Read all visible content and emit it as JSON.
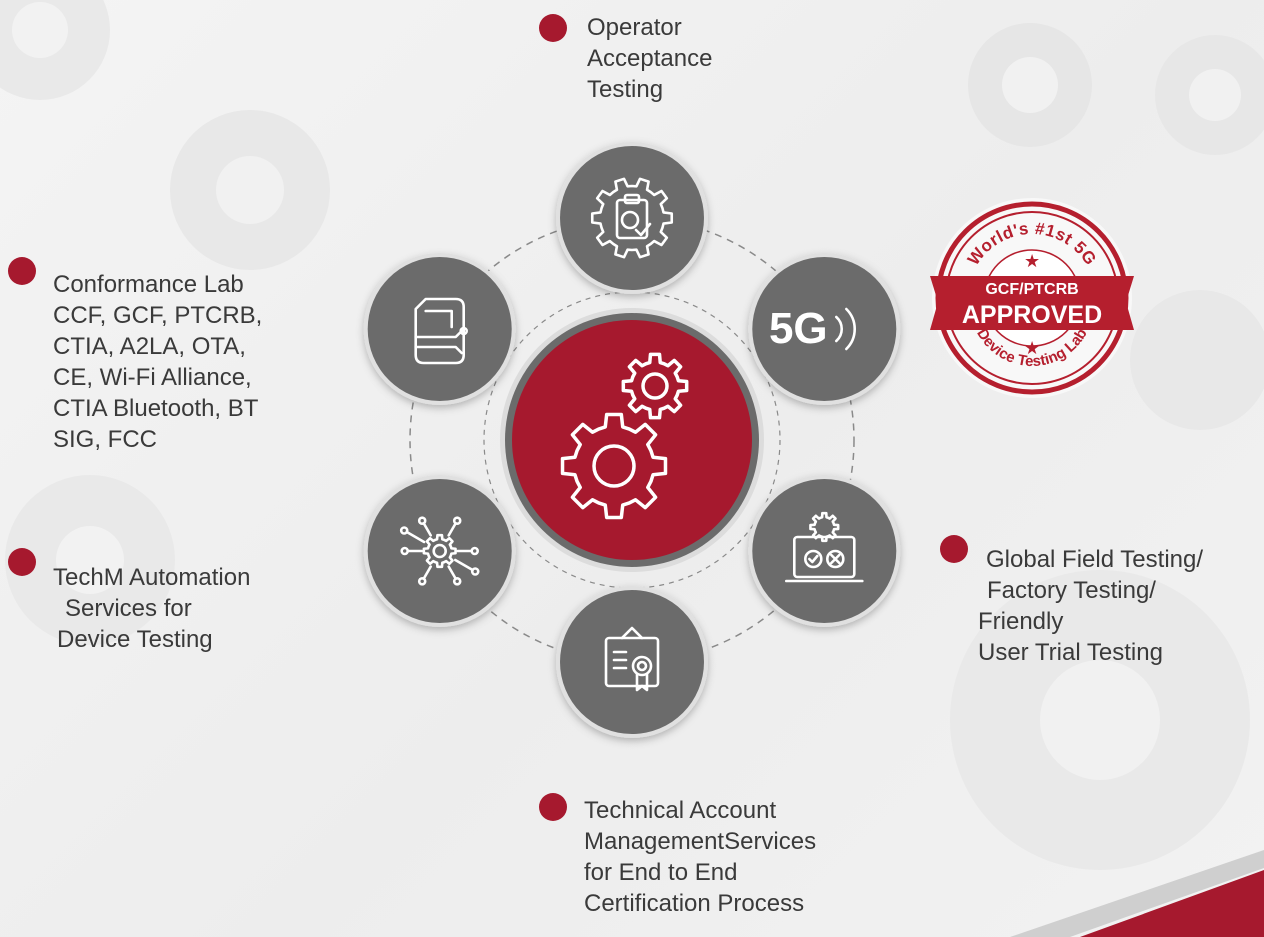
{
  "colors": {
    "accent": "#a6192e",
    "node_grey": "#6b6b6b",
    "ring_grey": "#e2e2e2",
    "text": "#3a3a3a"
  },
  "hub": {
    "icon": "gears-icon"
  },
  "nodes": [
    {
      "icon": "clipboard-gear-icon"
    },
    {
      "icon": "5g-icon",
      "text": "5G"
    },
    {
      "icon": "laptop-gear-check-icon"
    },
    {
      "icon": "certificate-icon"
    },
    {
      "icon": "network-gear-icon"
    },
    {
      "icon": "sim-card-icon"
    }
  ],
  "labels": {
    "operator": [
      "Operator",
      "Acceptance",
      "Testing"
    ],
    "conformance": [
      "Conformance Lab",
      "CCF, GCF, PTCRB,",
      "CTIA, A2LA, OTA,",
      "CE, Wi-Fi Alliance,",
      "CTIA Bluetooth, BT",
      "SIG, FCC"
    ],
    "automation": [
      "TechM Automation",
      "Services for",
      "Device Testing"
    ],
    "field": [
      "Global Field Testing/",
      "Factory Testing/",
      "Friendly",
      "User Trial Testing"
    ],
    "tam": [
      "Technical Account",
      "ManagementServices",
      "for End to End",
      "Certification Process"
    ]
  },
  "badge": {
    "top_arc": "World's #1st 5G",
    "line1": "GCF/PTCRB",
    "line2": "APPROVED",
    "bottom_arc": "Device Testing Lab"
  }
}
